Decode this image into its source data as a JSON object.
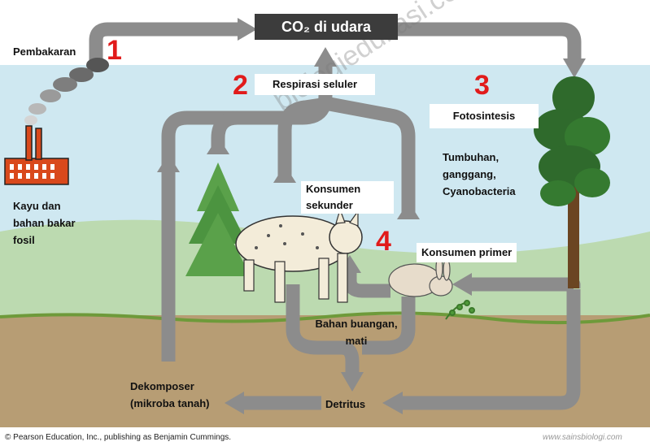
{
  "header": {
    "co2_label": "CO₂ di udara"
  },
  "processes": {
    "p1": {
      "number": "1",
      "label": "Pembakaran"
    },
    "p2": {
      "number": "2",
      "label": "Respirasi seluler"
    },
    "p3": {
      "number": "3",
      "label": "Fotosintesis"
    },
    "p4": {
      "number": "4"
    }
  },
  "labels": {
    "fuel_line1": "Kayu dan",
    "fuel_line2": "bahan bakar",
    "fuel_line3": "fosil",
    "producers_line1": "Tumbuhan,",
    "producers_line2": "ganggang,",
    "producers_line3": "Cyanobacteria",
    "secondary_line1": "Konsumen",
    "secondary_line2": "sekunder",
    "primary": "Konsumen primer",
    "waste_line1": "Bahan buangan,",
    "waste_line2": "mati",
    "decomposer_line1": "Dekomposer",
    "decomposer_line2": "(mikroba tanah)",
    "detritus": "Detritus"
  },
  "watermark": "biologiedukasi.com",
  "footer": {
    "copyright": "© Pearson Education, Inc., publishing as Benjamin Cummings.",
    "site": "www.sainsbiologi.com"
  },
  "colors": {
    "arrow": "#8c8c8c",
    "number": "#e11b1b",
    "sky": "#c9e6f0",
    "hill": "#b9d8a9",
    "soil": "#b59a72",
    "grass": "#6e9a3a",
    "co2_box": "#3c3c3c"
  }
}
